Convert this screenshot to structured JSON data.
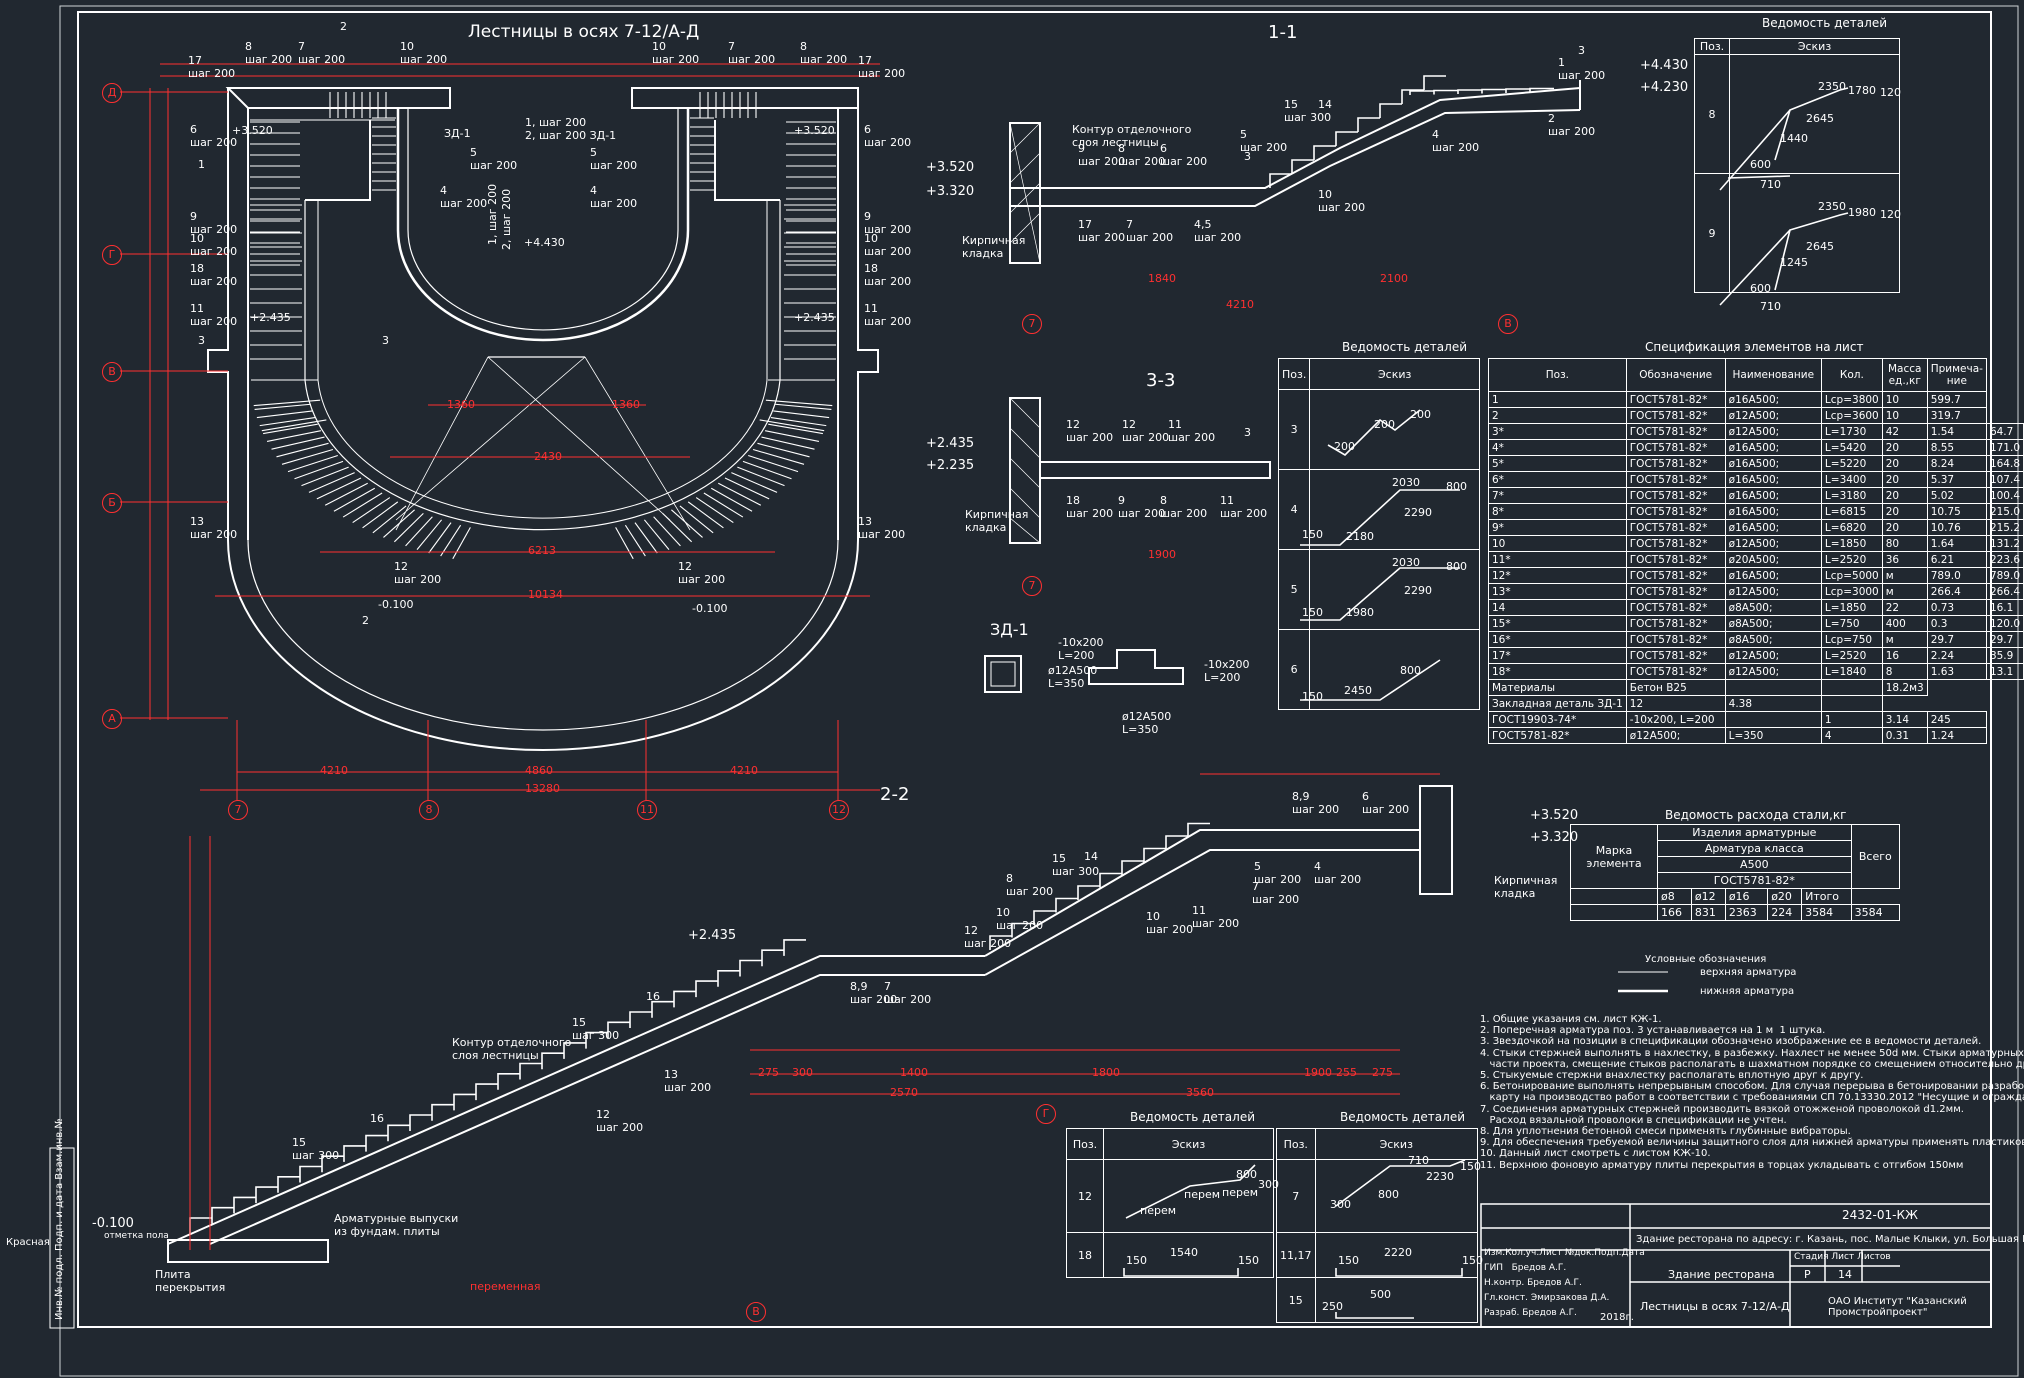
{
  "colors": {
    "background": "#212830",
    "lines": "#ffffff",
    "dims": "#ff3030",
    "axis": "#ff3030",
    "hatch": "#3a6bff"
  },
  "plan": {
    "title": "Лестницы в осях 7-12/А-Д",
    "rows": [
      "Д",
      "Г",
      "В",
      "Б",
      "А"
    ],
    "cols": [
      "7",
      "8",
      "11",
      "12"
    ],
    "labels": [
      {
        "t": "8\nшаг 200"
      },
      {
        "t": "17\nшаг 200"
      },
      {
        "t": "7\nшаг 200"
      },
      {
        "t": "10\nшаг 200"
      },
      {
        "t": "10\nшаг 200"
      },
      {
        "t": "7\nшаг 200"
      },
      {
        "t": "8\nшаг 200"
      },
      {
        "t": "17\nшаг 200"
      },
      {
        "t": "6\nшаг 200"
      },
      {
        "t": "6\nшаг 200"
      },
      {
        "t": "9\nшаг 200"
      },
      {
        "t": "10\nшаг 200"
      },
      {
        "t": "18\nшаг 200"
      },
      {
        "t": "11\nшаг 200"
      },
      {
        "t": "9\nшаг 200"
      },
      {
        "t": "10\nшаг 200"
      },
      {
        "t": "18\nшаг 200"
      },
      {
        "t": "11\nшаг 200"
      },
      {
        "t": "13\nшаг 200"
      },
      {
        "t": "13\nшаг 200"
      },
      {
        "t": "12\nшаг 200"
      },
      {
        "t": "12\nшаг 200"
      },
      {
        "t": "5\nшаг 200"
      },
      {
        "t": "4\nшаг 200"
      },
      {
        "t": "4\nшаг 200"
      },
      {
        "t": "5\nшаг 200"
      }
    ],
    "center_labels": [
      "1, шаг 200",
      "2, шаг 200 ЗД-1",
      "ЗД-1",
      "1, шаг 200",
      "2, шаг 200"
    ],
    "elevations": [
      "+3.520",
      "+3.520",
      "+4.430",
      "+2.435",
      "+2.435",
      "-0.100",
      "-0.100"
    ],
    "dims_bottom": [
      "4210",
      "4860",
      "4210",
      "13280"
    ],
    "dims_inner": [
      "1360",
      "1360",
      "2430",
      "6213",
      "10134"
    ],
    "cut_marks": [
      "2",
      "1",
      "3",
      "3",
      "2"
    ]
  },
  "section11": {
    "title": "1-1",
    "labels": [
      {
        "t": "3"
      },
      {
        "t": "1\nшаг 200"
      },
      {
        "t": "2\nшаг 200"
      },
      {
        "t": "15\nшаг 300"
      },
      {
        "t": "14"
      },
      {
        "t": "5\nшаг 200"
      },
      {
        "t": "3"
      },
      {
        "t": "4\nшаг 200"
      },
      {
        "t": "10\nшаг 200"
      },
      {
        "t": "9\nшаг 200"
      },
      {
        "t": "8\nшаг 200"
      },
      {
        "t": "6\nшаг 200"
      },
      {
        "t": "17\nшаг 200"
      },
      {
        "t": "7\nшаг 200"
      },
      {
        "t": "4,5\nшаг 200"
      }
    ],
    "contour": "Контур отделочного\nслоя лестницы",
    "masonry": "Кирпичная\nкладка",
    "elevations": [
      "+4.430",
      "+4.230",
      "+3.520",
      "+3.320"
    ],
    "axes": [
      "7",
      "В"
    ],
    "dims": [
      "1840",
      "2100",
      "4210"
    ]
  },
  "section33": {
    "title": "3-3",
    "labels": [
      {
        "t": "12\nшаг 200"
      },
      {
        "t": "12\nшаг 200"
      },
      {
        "t": "11\nшаг 200"
      },
      {
        "t": "3"
      },
      {
        "t": "18\nшаг 200"
      },
      {
        "t": "9\nшаг 200"
      },
      {
        "t": "8\nшаг 200"
      },
      {
        "t": "11\nшаг 200"
      }
    ],
    "masonry": "Кирпичная\nкладка",
    "elevations": [
      "+2.435",
      "+2.235"
    ],
    "axes": [
      "7"
    ],
    "dims": [
      "1900"
    ]
  },
  "zd1": {
    "title": "ЗД-1",
    "labels": [
      "-10x200\nL=200",
      "ø12A500\nL=350",
      "-10x200\nL=200",
      "ø12A500\nL=350"
    ]
  },
  "section22": {
    "title": "2-2",
    "labels": [
      {
        "t": "8,9\nшаг 200"
      },
      {
        "t": "6\nшаг 200"
      },
      {
        "t": "5\nшаг 200"
      },
      {
        "t": "7\nшаг 200"
      },
      {
        "t": "4\nшаг 200"
      },
      {
        "t": "10\nшаг 200"
      },
      {
        "t": "11\nшаг 200"
      },
      {
        "t": "15\nшаг 300"
      },
      {
        "t": "14"
      },
      {
        "t": "12\nшаг 200"
      },
      {
        "t": "10\nшаг 200"
      },
      {
        "t": "8\nшаг 200"
      },
      {
        "t": "8,9\nшаг 200"
      },
      {
        "t": "7\nшаг 200"
      },
      {
        "t": "16"
      },
      {
        "t": "15\nшаг 300"
      },
      {
        "t": "13\nшаг 200"
      },
      {
        "t": "12\nшаг 200"
      },
      {
        "t": "16"
      },
      {
        "t": "15\nшаг 300"
      }
    ],
    "contour": "Контур отделочного\nслоя лестницы",
    "outlets": "Арматурные выпуски\nиз фундам. плиты",
    "slab": "Плита\nперекрытия",
    "masonry": "Кирпичная\nкладка",
    "elevations": [
      "+3.520",
      "+3.320",
      "+2.435",
      "-0.100"
    ],
    "axes": [
      "Г",
      "В"
    ],
    "dims": [
      "275",
      "300",
      "1400",
      "1800",
      "255",
      "275",
      "1900",
      "3560",
      "2570"
    ]
  },
  "details_right": {
    "caption": "Ведомость деталей",
    "head": [
      "Поз.",
      "Эскиз"
    ],
    "rows": [
      {
        "pos": "8",
        "dims": [
          "2350",
          "1780",
          "2645",
          "1440",
          "600",
          "710",
          "120"
        ]
      },
      {
        "pos": "9",
        "dims": [
          "2350",
          "1980",
          "2645",
          "1245",
          "600",
          "710",
          "120"
        ]
      }
    ]
  },
  "details_mid": {
    "caption": "Ведомость деталей",
    "head": [
      "Поз.",
      "Эскиз"
    ],
    "rows": [
      {
        "pos": "3",
        "dims": [
          "200",
          "200",
          "200"
        ]
      },
      {
        "pos": "4",
        "dims": [
          "2030",
          "800",
          "2180",
          "2290",
          "150"
        ]
      },
      {
        "pos": "5",
        "dims": [
          "2030",
          "800",
          "1980",
          "2290",
          "150"
        ]
      },
      {
        "pos": "6",
        "dims": [
          "2450",
          "800",
          "150"
        ]
      }
    ]
  },
  "spec": {
    "caption": "Спецификация элементов на лист",
    "head": [
      "Поз.",
      "Обозначение",
      "Наименование",
      "Кол.",
      "Масса ед.,кг",
      "Примеча-ние"
    ],
    "rows": [
      [
        "1",
        "ГОСТ5781-82*",
        "ø16А500;",
        "Lср=3800",
        "10",
        "599.7"
      ],
      [
        "2",
        "ГОСТ5781-82*",
        "ø12А500;",
        "Lср=3600",
        "10",
        "319.7"
      ],
      [
        "3*",
        "ГОСТ5781-82*",
        "ø12А500;",
        "L=1730",
        "42",
        "1.54",
        "64.7"
      ],
      [
        "4*",
        "ГОСТ5781-82*",
        "ø16А500;",
        "L=5420",
        "20",
        "8.55",
        "171.0"
      ],
      [
        "5*",
        "ГОСТ5781-82*",
        "ø16А500;",
        "L=5220",
        "20",
        "8.24",
        "164.8"
      ],
      [
        "6*",
        "ГОСТ5781-82*",
        "ø16А500;",
        "L=3400",
        "20",
        "5.37",
        "107.4"
      ],
      [
        "7*",
        "ГОСТ5781-82*",
        "ø16А500;",
        "L=3180",
        "20",
        "5.02",
        "100.4"
      ],
      [
        "8*",
        "ГОСТ5781-82*",
        "ø16А500;",
        "L=6815",
        "20",
        "10.75",
        "215.0"
      ],
      [
        "9*",
        "ГОСТ5781-82*",
        "ø16А500;",
        "L=6820",
        "20",
        "10.76",
        "215.2"
      ],
      [
        "10",
        "ГОСТ5781-82*",
        "ø12А500;",
        "L=1850",
        "80",
        "1.64",
        "131.2"
      ],
      [
        "11*",
        "ГОСТ5781-82*",
        "ø20А500;",
        "L=2520",
        "36",
        "6.21",
        "223.6"
      ],
      [
        "12*",
        "ГОСТ5781-82*",
        "ø16А500;",
        "Lср=5000",
        "м",
        "789.0",
        "789.0"
      ],
      [
        "13*",
        "ГОСТ5781-82*",
        "ø12А500;",
        "Lср=3000",
        "м",
        "266.4",
        "266.4"
      ],
      [
        "14",
        "ГОСТ5781-82*",
        "ø8А500;",
        "L=1850",
        "22",
        "0.73",
        "16.1"
      ],
      [
        "15*",
        "ГОСТ5781-82*",
        "ø8А500;",
        "L=750",
        "400",
        "0.3",
        "120.0"
      ],
      [
        "16*",
        "ГОСТ5781-82*",
        "ø8А500;",
        "Lср=750",
        "м",
        "29.7",
        "29.7"
      ],
      [
        "17*",
        "ГОСТ5781-82*",
        "ø12А500;",
        "L=2520",
        "16",
        "2.24",
        "35.9"
      ],
      [
        "18*",
        "ГОСТ5781-82*",
        "ø12А500;",
        "L=1840",
        "8",
        "1.63",
        "13.1"
      ]
    ],
    "material": [
      "Материалы",
      "Бетон В25",
      "",
      "",
      "18.2м3"
    ],
    "embedded": [
      "Закладная деталь ЗД-1",
      "12",
      "4.38",
      ""
    ],
    "gost1": [
      "ГОСТ19903-74*",
      "-10x200, L=200",
      "",
      "1",
      "3.14",
      "245"
    ],
    "gost2": [
      "ГОСТ5781-82*",
      "ø12А500;",
      "L=350",
      "4",
      "0.31",
      "1.24"
    ]
  },
  "steel": {
    "caption": "Ведомость расхода стали,кг",
    "mark": "Марка элемента",
    "products": "Изделия арматурные",
    "rebar": "Арматура класса",
    "cls": "А500",
    "gost": "ГОСТ5781-82*",
    "total": "Всего",
    "diam": [
      "ø8",
      "ø12",
      "ø16",
      "ø20",
      "Итого"
    ],
    "vals": [
      "166",
      "831",
      "2363",
      "224",
      "3584",
      "3584"
    ]
  },
  "legend": {
    "title": "Условные обозначения",
    "top": "верхняя арматура",
    "bottom": "нижняя арматура"
  },
  "notes": [
    "1. Общие указания см. лист КЖ-1.",
    "2. Поперечная арматура поз. 3 устанавливается на 1 м  1 штука.",
    "3. Звездочкой на позиции в спецификации обозначено изображение ее в ведомости деталей.",
    "4. Стыки стержней выполнять в нахлестку, в разбежку. Нахлест не менее 50d мм. Стыки арматурных стер",
    "   части проекта, смещение стыков располагать в шахматном порядке со смещением относительно друг",
    "5. Стыкуемые стержни внахлестку располагать вплотную друг к другу.",
    "6. Бетонирование выполнять непрерывным способом. Для случая перерыва в бетонировании разработать т",
    "   карту на производство работ в соответствии с требованиями СП 70.13330.2012 \"Несущие и ограждаю",
    "7. Соединения арматурных стержней производить вязкой отожженой проволокой d1.2мм.",
    "   Расход вязальной проволоки в спецификации не учтен.",
    "8. Для уплотнения бетонной смеси применять глубинные вибраторы.",
    "9. Для обеспечения требуемой величины защитного слоя для нижней арматуры применять пластиковые фи",
    "10. Данный лист смотреть с листом КЖ-10.",
    "11. Верхнюю фоновую арматуру плиты перекрытия в торцах укладывать с отгибом 150мм"
  ],
  "details_b1": {
    "caption": "Ведомость деталей",
    "head": [
      "Поз.",
      "Эскиз"
    ],
    "rows": [
      {
        "pos": "12",
        "txt": [
          "перем",
          "перем",
          "перем",
          "800",
          "300"
        ]
      },
      {
        "pos": "18",
        "txt": [
          "1540",
          "150",
          "150"
        ]
      }
    ]
  },
  "details_b2": {
    "caption": "Ведомость деталей",
    "head": [
      "Поз.",
      "Эскиз"
    ],
    "rows": [
      {
        "pos": "7",
        "txt": [
          "710",
          "2230",
          "150",
          "800",
          "300"
        ]
      },
      {
        "pos": "11,17",
        "txt": [
          "2220",
          "150",
          "150"
        ]
      },
      {
        "pos": "15",
        "txt": [
          "500",
          "250"
        ]
      }
    ]
  },
  "stamp": {
    "code": "2432-01-КЖ",
    "object": "Здание ресторана по адресу: г. Казань, пос. Малые Клыки, ул. Большая Кра",
    "building": "Здание ресторана",
    "stage_h": [
      "Стадия",
      "Лист",
      "Листов"
    ],
    "stage_v": [
      "Р",
      "14",
      ""
    ],
    "sheet_name": "Лестницы в осях 7-12/А-Д",
    "org": "ОАО Институт \"Казанский\nПромстройпроект\"",
    "year": "2018г.",
    "people": [
      "Изм.Кол.уч.Лист №док.Подп.Дата",
      "ГИП   Бредов А.Г.",
      "Н.контр. Бредов А.Г.",
      "Гл.конст. Эмирзакова Д.А.",
      "Разраб. Бредов А.Г."
    ]
  },
  "side": {
    "red": "Красная",
    "inv": "Инв.№ подл.  Подп. и дата  Взам.инв.№"
  },
  "misc": {
    "marking": "отметка пола",
    "var": "переменная"
  }
}
